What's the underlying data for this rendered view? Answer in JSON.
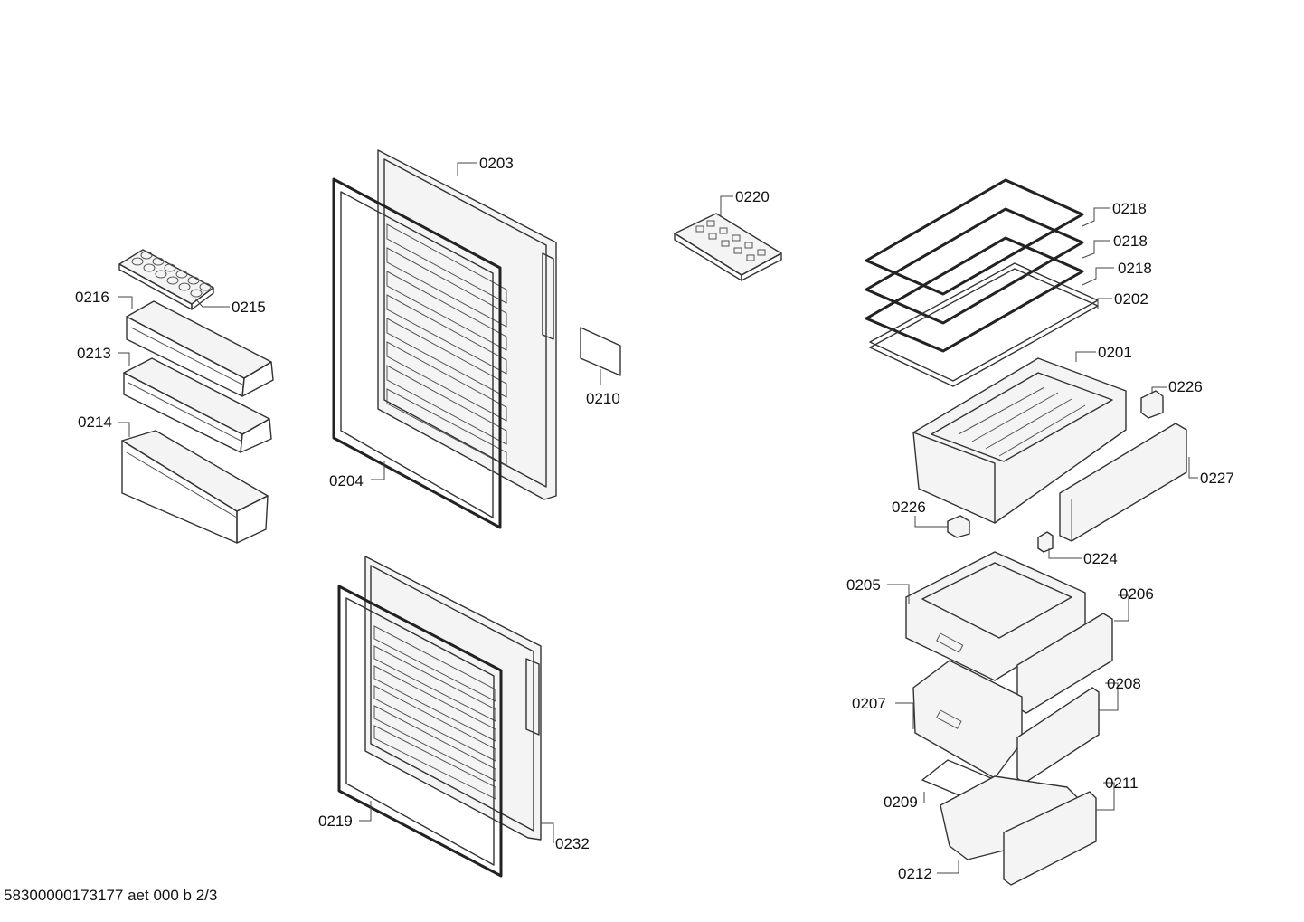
{
  "labels": {
    "l0203": "0203",
    "l0204": "0204",
    "l0210": "0210",
    "l0220": "0220",
    "l0215": "0215",
    "l0216": "0216",
    "l0213": "0213",
    "l0214": "0214",
    "l0218a": "0218",
    "l0218b": "0218",
    "l0218c": "0218",
    "l0202": "0202",
    "l0201": "0201",
    "l0226a": "0226",
    "l0227": "0227",
    "l0226b": "0226",
    "l0224": "0224",
    "l0205": "0205",
    "l0206": "0206",
    "l0207": "0207",
    "l0208": "0208",
    "l0209": "0209",
    "l0211": "0211",
    "l0212": "0212",
    "l0219": "0219",
    "l0232": "0232"
  },
  "footer": "58300000173177 aet 000 b 2/3"
}
